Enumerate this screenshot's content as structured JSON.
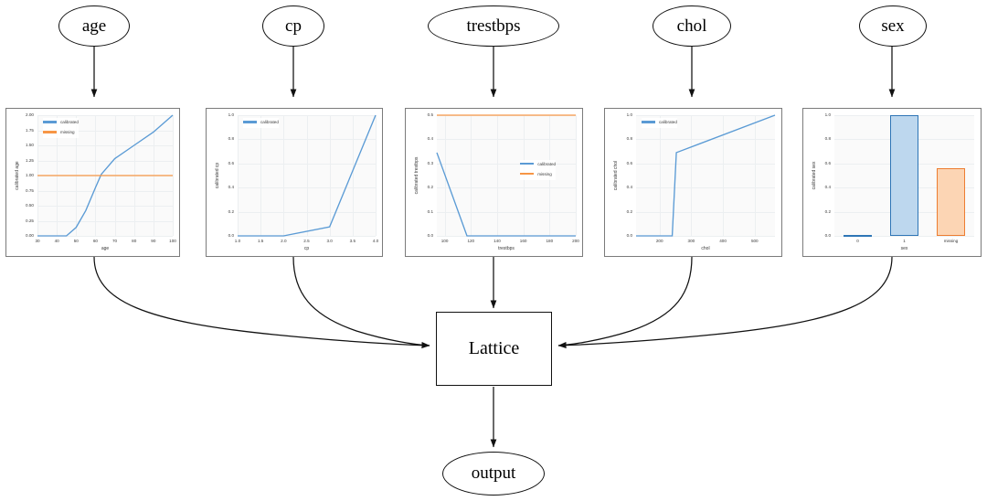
{
  "diagram": {
    "type": "calibrated-lattice-model-graph",
    "input_nodes": [
      {
        "id": "age",
        "label": "age"
      },
      {
        "id": "cp",
        "label": "cp"
      },
      {
        "id": "trestbps",
        "label": "trestbps"
      },
      {
        "id": "chol",
        "label": "chol"
      },
      {
        "id": "sex",
        "label": "sex"
      }
    ],
    "model_node": {
      "id": "lattice",
      "label": "Lattice"
    },
    "output_node": {
      "id": "output",
      "label": "output"
    },
    "legend_labels": {
      "calibrated": "calibrated",
      "missing": "missing"
    },
    "colors": {
      "calibrated": "#5b9bd5",
      "missing": "#f79646",
      "node_stroke": "#111111",
      "panel_stroke": "#7b7b7b",
      "grid": "#eceff1",
      "plot_bg": "#fafafa"
    }
  },
  "chart_data": [
    {
      "id": "age",
      "type": "line",
      "title": "",
      "xlabel": "age",
      "ylabel": "calibrated age",
      "xlim": [
        30,
        100
      ],
      "ylim": [
        0.0,
        2.0
      ],
      "xticks": [
        30,
        40,
        50,
        60,
        70,
        80,
        90,
        100
      ],
      "yticks": [
        "0.00",
        "0.25",
        "0.50",
        "0.75",
        "1.00",
        "1.25",
        "1.50",
        "1.75",
        "2.00"
      ],
      "grid": true,
      "legend_position": "upper-left",
      "series": [
        {
          "name": "calibrated",
          "color": "#5b9bd5",
          "x": [
            30,
            45,
            50,
            55,
            60,
            63,
            70,
            80,
            90,
            100
          ],
          "y": [
            0.0,
            0.0,
            0.14,
            0.42,
            0.8,
            1.02,
            1.28,
            1.5,
            1.72,
            2.0
          ]
        },
        {
          "name": "missing",
          "color": "#f79646",
          "x": [
            30,
            100
          ],
          "y": [
            1.0,
            1.0
          ]
        }
      ]
    },
    {
      "id": "cp",
      "type": "line",
      "title": "",
      "xlabel": "cp",
      "ylabel": "calibrated cp",
      "xlim": [
        1.0,
        4.0
      ],
      "ylim": [
        0.0,
        1.0
      ],
      "xticks": [
        "1.0",
        "1.5",
        "2.0",
        "2.5",
        "3.0",
        "3.5",
        "4.0"
      ],
      "yticks": [
        "0.0",
        "0.2",
        "0.4",
        "0.6",
        "0.8",
        "1.0"
      ],
      "grid": true,
      "legend_position": "upper-left",
      "series": [
        {
          "name": "calibrated",
          "color": "#5b9bd5",
          "x": [
            1.0,
            2.0,
            3.0,
            4.0
          ],
          "y": [
            0.0,
            0.0,
            0.075,
            1.0
          ]
        }
      ]
    },
    {
      "id": "trestbps",
      "type": "line",
      "title": "",
      "xlabel": "trestbps",
      "ylabel": "calibrated trestbps",
      "xlim": [
        94,
        200
      ],
      "ylim": [
        0.0,
        0.5
      ],
      "xticks": [
        100,
        120,
        140,
        160,
        180,
        200
      ],
      "yticks": [
        "0.0",
        "0.1",
        "0.2",
        "0.3",
        "0.4",
        "0.5"
      ],
      "grid": true,
      "legend_position": "center-right",
      "series": [
        {
          "name": "calibrated",
          "color": "#5b9bd5",
          "x": [
            94,
            117,
            200
          ],
          "y": [
            0.345,
            0.0,
            0.0
          ]
        },
        {
          "name": "missing",
          "color": "#f79646",
          "x": [
            94,
            200
          ],
          "y": [
            0.5,
            0.5
          ]
        }
      ]
    },
    {
      "id": "chol",
      "type": "line",
      "title": "",
      "xlabel": "chol",
      "ylabel": "calibrated chol",
      "xlim": [
        126,
        564
      ],
      "ylim": [
        0.0,
        1.0
      ],
      "xticks": [
        200,
        300,
        400,
        500
      ],
      "yticks": [
        "0.0",
        "0.2",
        "0.4",
        "0.6",
        "0.8",
        "1.0"
      ],
      "grid": true,
      "legend_position": "upper-left",
      "series": [
        {
          "name": "calibrated",
          "color": "#5b9bd5",
          "x": [
            126,
            240,
            253,
            564
          ],
          "y": [
            0.0,
            0.0,
            0.69,
            1.0
          ]
        }
      ]
    },
    {
      "id": "sex",
      "type": "bar",
      "title": "",
      "xlabel": "sex",
      "ylabel": "calibrated sex",
      "ylim": [
        0.0,
        1.0
      ],
      "yticks": [
        "0.0",
        "0.2",
        "0.4",
        "0.6",
        "0.8",
        "1.0"
      ],
      "categories": [
        "0",
        "1",
        "missing"
      ],
      "values": [
        0.0,
        1.0,
        0.56
      ],
      "bar_colors": [
        "#bdd7ee",
        "#bdd7ee",
        "#fcd5b4"
      ],
      "bar_edge_colors": [
        "#2e75b6",
        "#2e75b6",
        "#ed7d31"
      ],
      "grid": true,
      "legend_position": "none"
    }
  ]
}
